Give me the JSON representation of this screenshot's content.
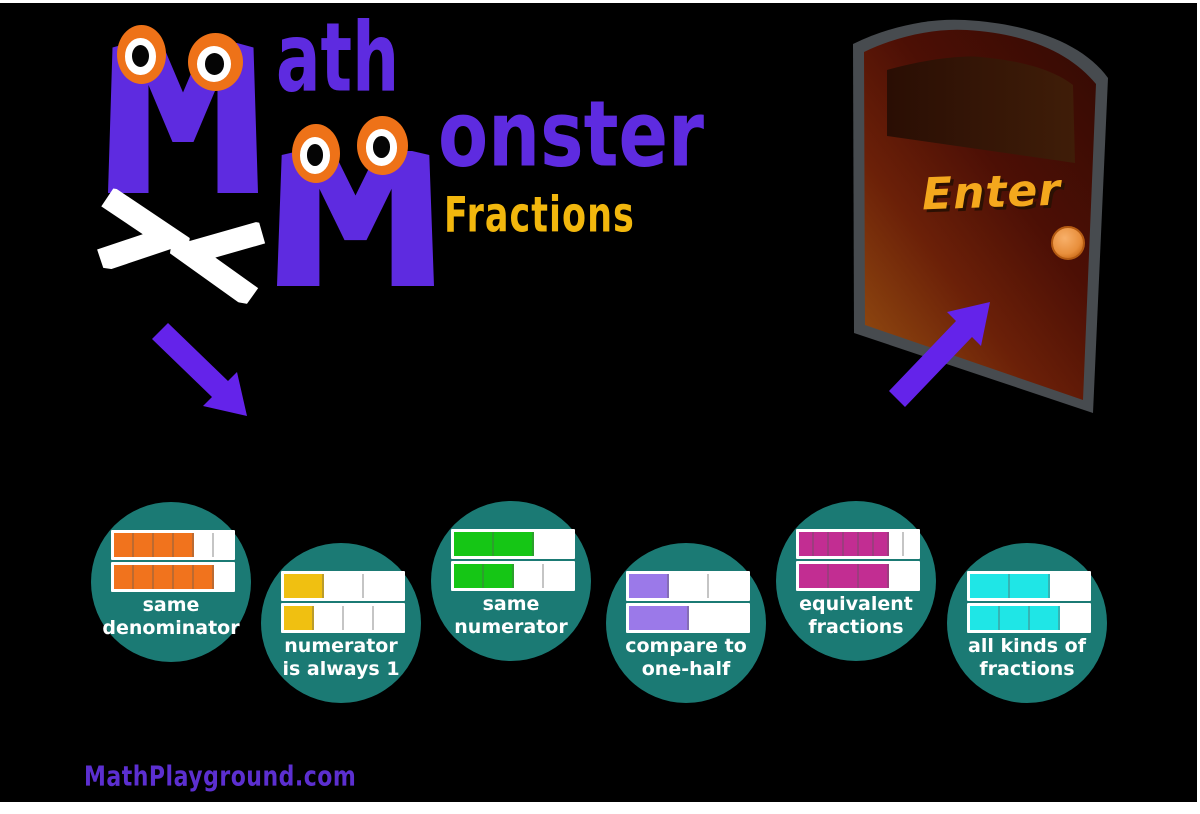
{
  "stage": {
    "background": "#000000",
    "frame_color": "#ffffff"
  },
  "title": {
    "word1": {
      "initial": "M",
      "rest": "ath"
    },
    "word2": {
      "initial": "M",
      "rest": "onster"
    },
    "subtitle": "Fractions",
    "symbols": {
      "gt": ">",
      "lt": "<"
    },
    "colors": {
      "letters": "#5e2be0",
      "subtitle": "#f2b70d",
      "symbols": "#ffffff",
      "eye_ring": "#ee7218",
      "eye_white": "#ffffff",
      "eye_pupil": "#050505"
    }
  },
  "door": {
    "label": "Enter",
    "label_color": "#f4a81d",
    "frame_color": "#474b4f",
    "wood_light": "#9a5412",
    "wood_mid": "#5c1507",
    "wood_dark": "#380b04",
    "window_color": "#2e1005",
    "knob_color": "#e88f3c"
  },
  "arrow_color": "#6423ea",
  "category_circle_color": "#1b7a74",
  "categories": [
    {
      "label_lines": [
        "same",
        "denominator"
      ],
      "bar_color": "#f1731d",
      "depicts": [
        "4/6",
        "5/6"
      ],
      "bars": [
        {
          "segments": 6,
          "filled": 4
        },
        {
          "segments": 6,
          "filled": 5
        }
      ]
    },
    {
      "label_lines": [
        "numerator",
        "is always 1"
      ],
      "bar_color": "#f0c011",
      "depicts": [
        "1/3",
        "1/4"
      ],
      "bars": [
        {
          "segments": 3,
          "filled": 1
        },
        {
          "segments": 4,
          "filled": 1
        }
      ]
    },
    {
      "label_lines": [
        "same",
        "numerator"
      ],
      "bar_color": "#15c615",
      "depicts": [
        "2/3",
        "2/4"
      ],
      "bars": [
        {
          "segments": 3,
          "filled": 2
        },
        {
          "segments": 4,
          "filled": 2
        }
      ]
    },
    {
      "label_lines": [
        "compare to",
        "one-half"
      ],
      "bar_color": "#9b79e9",
      "depicts": [
        "1/3",
        "1/2"
      ],
      "bars": [
        {
          "segments": 3,
          "filled": 1
        },
        {
          "segments": 2,
          "filled": 1
        }
      ]
    },
    {
      "label_lines": [
        "equivalent",
        "fractions"
      ],
      "bar_color": "#c22d92",
      "depicts": [
        "6/8",
        "3/4"
      ],
      "bars": [
        {
          "segments": 8,
          "filled": 6
        },
        {
          "segments": 4,
          "filled": 3
        }
      ]
    },
    {
      "label_lines": [
        "all kinds of",
        "fractions"
      ],
      "bar_color": "#1fe6e6",
      "depicts": [
        "2/3",
        "3/4"
      ],
      "bars": [
        {
          "segments": 3,
          "filled": 2
        },
        {
          "segments": 4,
          "filled": 3
        }
      ]
    }
  ],
  "footer": {
    "text": "MathPlayground.com",
    "color": "#5c2fd0"
  }
}
